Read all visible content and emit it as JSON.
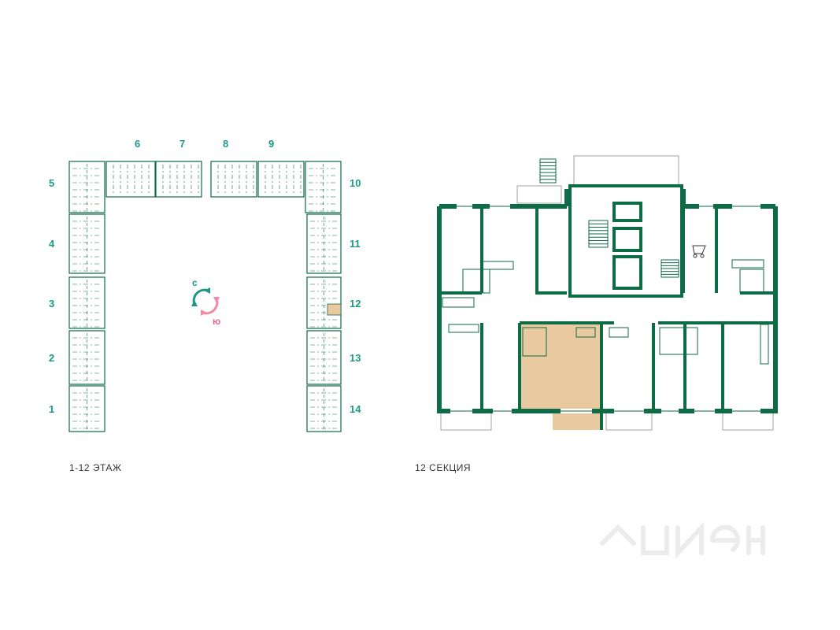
{
  "site_plan": {
    "caption": "1-12 ЭТАЖ",
    "section_numbers": [
      "1",
      "2",
      "3",
      "4",
      "5",
      "6",
      "7",
      "8",
      "9",
      "10",
      "11",
      "12",
      "13",
      "14"
    ],
    "selected_section": "12",
    "compass": {
      "north": "с",
      "south": "ю"
    }
  },
  "floor_plan": {
    "caption": "12 СЕКЦИЯ",
    "selected_apartment_color": "#e8c9a0"
  },
  "colors": {
    "wall": "#0d6b46",
    "accent_text": "#1a9a86",
    "compass_north": "#1a9a86",
    "compass_south": "#f08aa6",
    "watermark": "#bcbcbc"
  },
  "watermark_icon": "cian-logo"
}
